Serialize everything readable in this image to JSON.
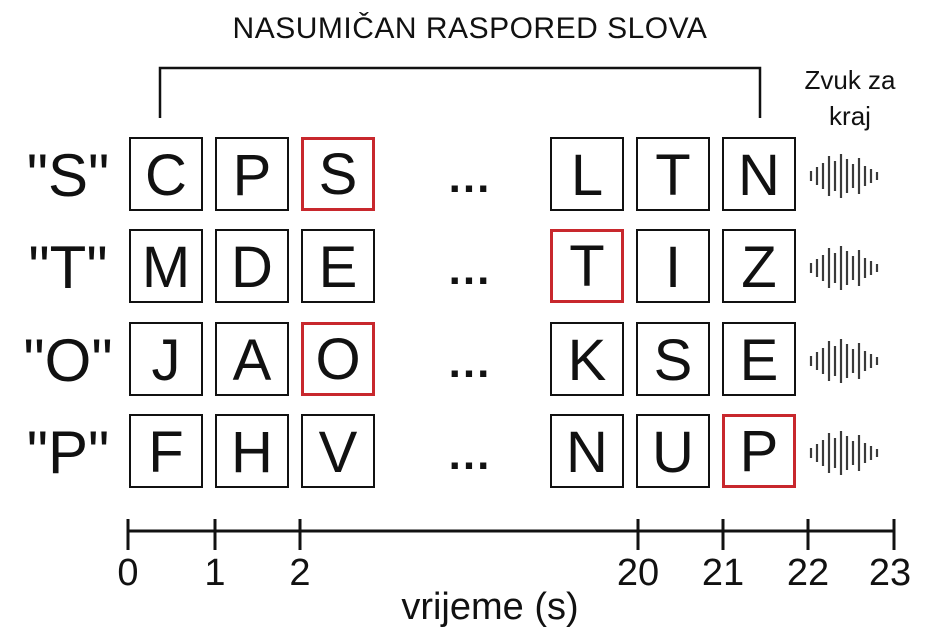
{
  "title": "NASUMIČAN RASPORED SLOVA",
  "end_label_line1": "Zvuk za",
  "end_label_line2": "kraj",
  "ellipsis": "...",
  "rows": [
    {
      "label": "\"S\"",
      "early": [
        "C",
        "P",
        "S"
      ],
      "late": [
        "L",
        "T",
        "N"
      ],
      "target_early_index": 2,
      "target_late_index": -1
    },
    {
      "label": "\"T\"",
      "early": [
        "M",
        "D",
        "E"
      ],
      "late": [
        "T",
        "I",
        "Z"
      ],
      "target_early_index": -1,
      "target_late_index": 0
    },
    {
      "label": "\"O\"",
      "early": [
        "J",
        "A",
        "O"
      ],
      "late": [
        "K",
        "S",
        "E"
      ],
      "target_early_index": 2,
      "target_late_index": -1
    },
    {
      "label": "\"P\"",
      "early": [
        "F",
        "H",
        "V"
      ],
      "late": [
        "N",
        "U",
        "P"
      ],
      "target_early_index": -1,
      "target_late_index": 2
    }
  ],
  "axis": {
    "label": "vrijeme (s)",
    "ticks": [
      "0",
      "1",
      "2",
      "20",
      "21",
      "22",
      "23"
    ]
  },
  "colors": {
    "target_border": "#c8282d",
    "ink": "#111111"
  },
  "sound_icon": "waveform-icon"
}
